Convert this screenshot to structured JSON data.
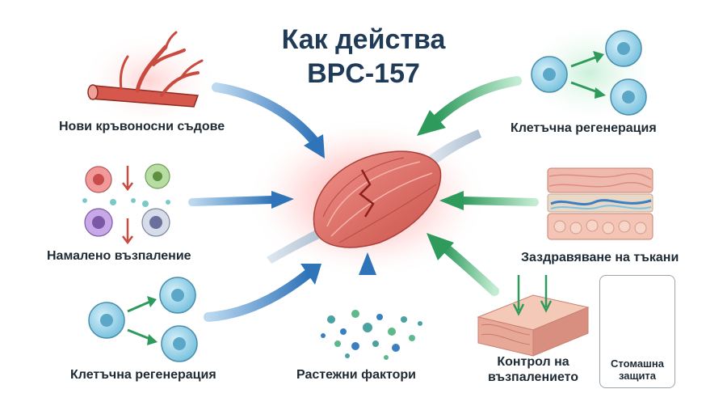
{
  "title": {
    "line1": "Как действа",
    "line2": "BPC-157"
  },
  "labels": {
    "blood_vessels": "Нови кръвоносни съдове",
    "cell_regen_top": "Клетъчна регенерация",
    "reduced_inflammation": "Намалено възпаление",
    "tissue_healing": "Заздравяване на тъкани",
    "cell_regen_bottom": "Клетъчна регенерация",
    "growth_factors": "Растежни фактори",
    "inflammation_control_1": "Контрол на",
    "inflammation_control_2": "възпалението",
    "stomach_1": "Стомашна",
    "stomach_2": "защита"
  },
  "colors": {
    "title": "#1f3b57",
    "blue_arrow": "#3b7fc0",
    "green_arrow": "#3aa366",
    "muscle": "#e0716a",
    "vessel": "#c94a3f",
    "cell": "#8fd0e6"
  }
}
